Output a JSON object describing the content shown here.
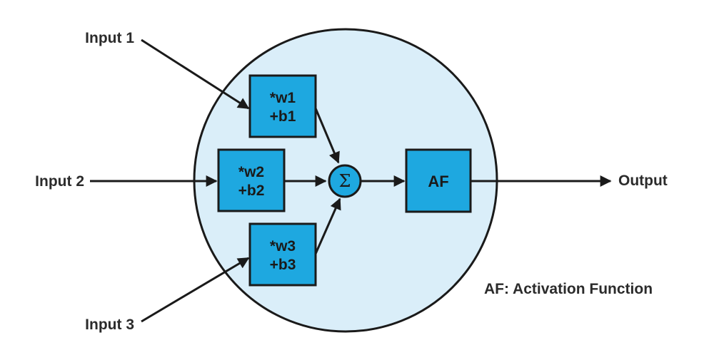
{
  "inputs": [
    {
      "label": "Input 1"
    },
    {
      "label": "Input 2"
    },
    {
      "label": "Input 3"
    }
  ],
  "weights": [
    {
      "line1": "*w1",
      "line2": "+b1"
    },
    {
      "line1": "*w2",
      "line2": "+b2"
    },
    {
      "line1": "*w3",
      "line2": "+b3"
    }
  ],
  "sum_symbol": "Σ",
  "activation": {
    "label": "AF"
  },
  "output": {
    "label": "Output"
  },
  "note": "AF: Activation Function",
  "colors": {
    "circle_fill": "#daeef9",
    "box_fill": "#1ea8e0",
    "stroke": "#1a1a1a",
    "text": "#2b2b2b"
  }
}
